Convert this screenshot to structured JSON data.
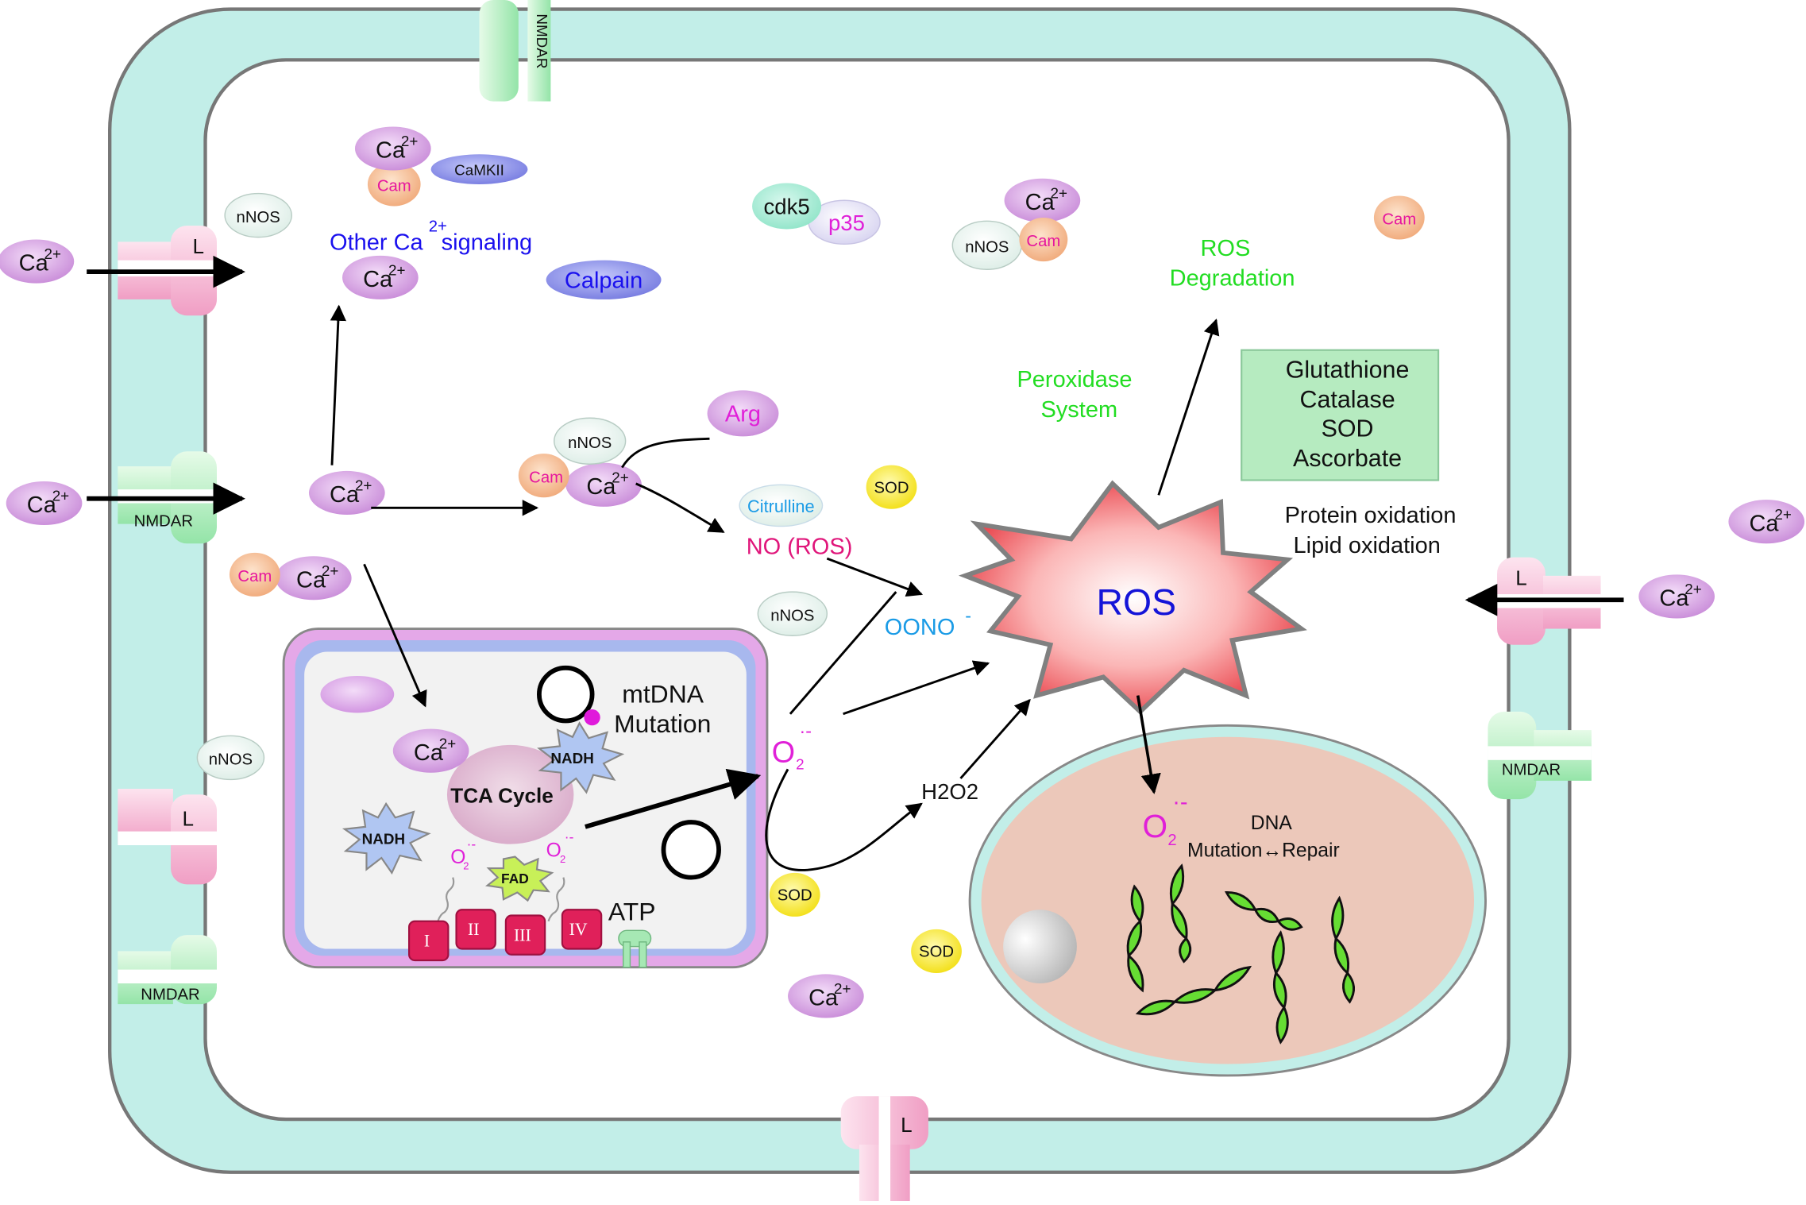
{
  "labels": {
    "ca": "Ca",
    "ca_sup": "2+",
    "cam": "Cam",
    "camkii": "CaMKII",
    "nnos": "nNOS",
    "other_signaling_pre": "Other Ca",
    "other_signaling_post": "signaling",
    "other_signaling_sup": "2+",
    "calpain": "Calpain",
    "cdk5": "cdk5",
    "p35": "p35",
    "arg": "Arg",
    "citrulline": "Citrulline",
    "no_ros": "NO (ROS)",
    "sod": "SOD",
    "oono": "OONO",
    "oono_sup": "-",
    "ros": "ROS",
    "ros_degradation_1": "ROS",
    "ros_degradation_2": "Degradation",
    "peroxidase_1": "Peroxidase",
    "peroxidase_2": "System",
    "antioxidants": [
      "Glutathione",
      "Catalase",
      "SOD",
      "Ascorbate"
    ],
    "protein_oxidation": "Protein oxidation",
    "lipid_oxidation": "Lipid oxidation",
    "channel_l": "L",
    "channel_nmdar": "NMDAR",
    "mtdna_1": "mtDNA",
    "mtdna_2": "Mutation",
    "nadh": "NADH",
    "tca_cycle": "TCA Cycle",
    "fad": "FAD",
    "o2": "O",
    "o2_sub": "2",
    "o2_sup": "·-",
    "h2o2": "H2O2",
    "complexes": [
      "I",
      "II",
      "III",
      "IV"
    ],
    "atp": "ATP",
    "dna": "DNA",
    "mutation_repair": "Mutation↔Repair"
  },
  "colors": {
    "membrane": "#c2eee8",
    "ca_fill": "#d8a6e6",
    "cam_fill": "#f6c09a",
    "cam_text": "#e6169e",
    "nnos_fill": "#e9f4f0",
    "calpain_fill": "#7c82e4",
    "calpain_text": "#1a10ee",
    "other_signaling_text": "#1a10ee",
    "magenta_text": "#e020d8",
    "green_text": "#22dd22",
    "ros_text": "#1414d8",
    "oono_text": "#1a9be6",
    "no_text": "#e0157a",
    "sod_fill": "#ffee30",
    "antioxidant_box": "#b6ebc0",
    "nucleus_fill": "#ecc8ba",
    "dna_fill": "#66dd33",
    "mito_outer": "#e4a8e8",
    "mito_inner": "#a8b8ee",
    "complex_fill": "#e0205a",
    "channel_pink": "#f7b8d4",
    "channel_green": "#aaefb8"
  }
}
